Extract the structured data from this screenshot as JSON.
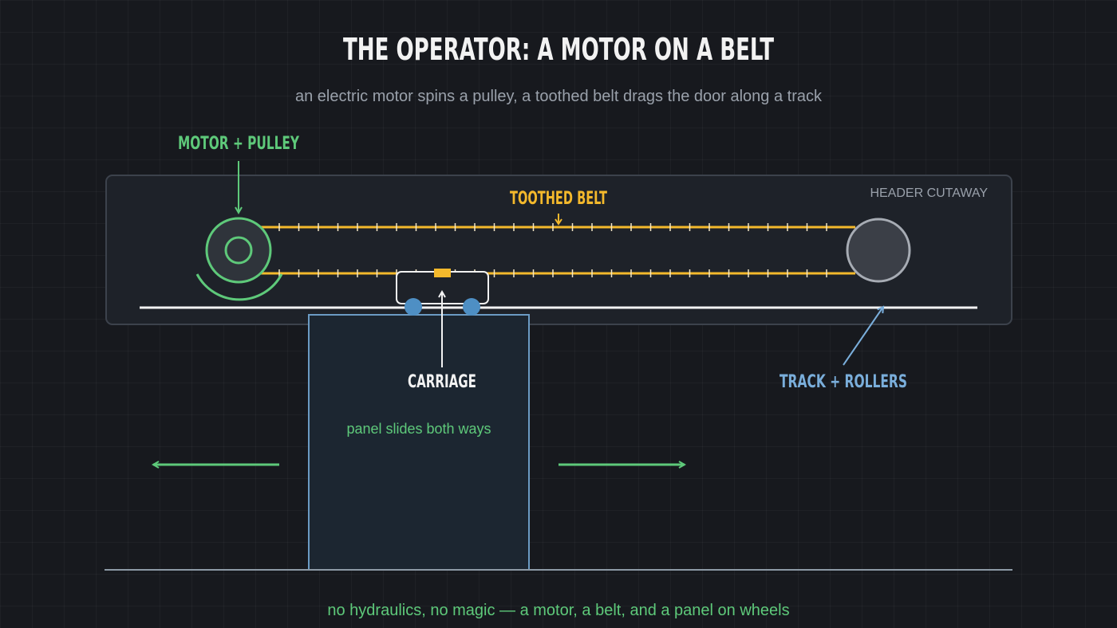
{
  "title": "THE OPERATOR: A MOTOR ON A BELT",
  "subtitle": "an electric motor spins a pulley, a toothed belt drags the door along a track",
  "labels": {
    "motor_pulley": "MOTOR + PULLEY",
    "toothed_belt": "TOOTHED BELT",
    "header_cutaway": "HEADER CUTAWAY",
    "carriage": "CARRIAGE",
    "track_rollers": "TRACK + ROLLERS",
    "panel_note": "panel slides both ways"
  },
  "footer": "no hydraulics, no magic — a motor, a belt, and a panel on wheels",
  "colors": {
    "background": "#17191e",
    "green": "#5ec97a",
    "yellow": "#f4b92c",
    "blue": "#7aaedb",
    "white": "#f2f2f2",
    "gray": "#9aa1ab",
    "panel_fill": "#1c2631",
    "panel_stroke": "#6b9bc4",
    "header_fill": "#1e2229",
    "header_stroke": "#3c424c",
    "idler_fill": "#3b3f47",
    "idler_stroke": "#a7acb4"
  },
  "icons": [
    "motor-pulley-icon",
    "idler-pulley-icon",
    "roller-icon",
    "left-arrow-icon",
    "right-arrow-icon"
  ]
}
